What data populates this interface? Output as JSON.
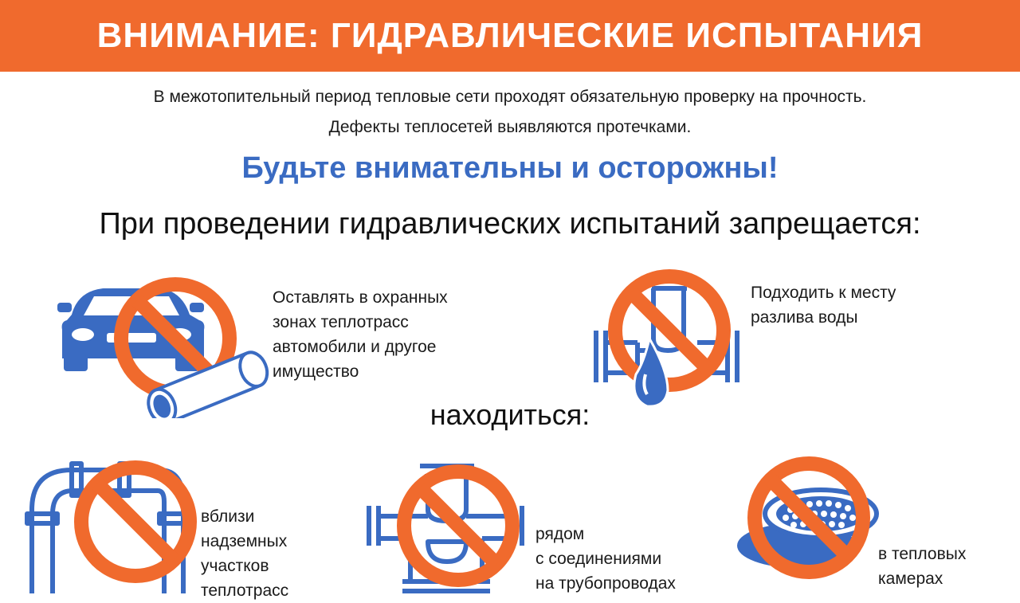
{
  "banner": {
    "title": "ВНИМАНИЕ: ГИДРАВЛИЧЕСКИЕ ИСПЫТАНИЯ"
  },
  "intro": {
    "line1": "В межотопительный период тепловые сети проходят обязательную проверку на прочность.",
    "line2": "Дефекты теплосетей выявляются протечками."
  },
  "warning": "Будьте внимательны и осторожны!",
  "prohibited_heading": "При проведении гидравлических испытаний запрещается:",
  "rules": [
    {
      "icon": "car-pipe-prohibited-icon",
      "text": "Оставлять в охранных\nзонах теплотрасс\nавтомобили и другое\nимущество"
    },
    {
      "icon": "water-spill-prohibited-icon",
      "text": "Подходить к месту\nразлива воды"
    }
  ],
  "subheading": "находиться:",
  "locations": [
    {
      "icon": "elevated-pipe-prohibited-icon",
      "text": "вблизи\nнадземных\nучастков\nтеплотрасс"
    },
    {
      "icon": "pipe-joint-prohibited-icon",
      "text": "рядом\nс соединениями\nна трубопроводах"
    },
    {
      "icon": "manhole-prohibited-icon",
      "text": "в тепловых\nкамерах"
    }
  ],
  "colors": {
    "accent": "#f06a2d",
    "blue": "#3a6bc2",
    "text": "#111111"
  }
}
